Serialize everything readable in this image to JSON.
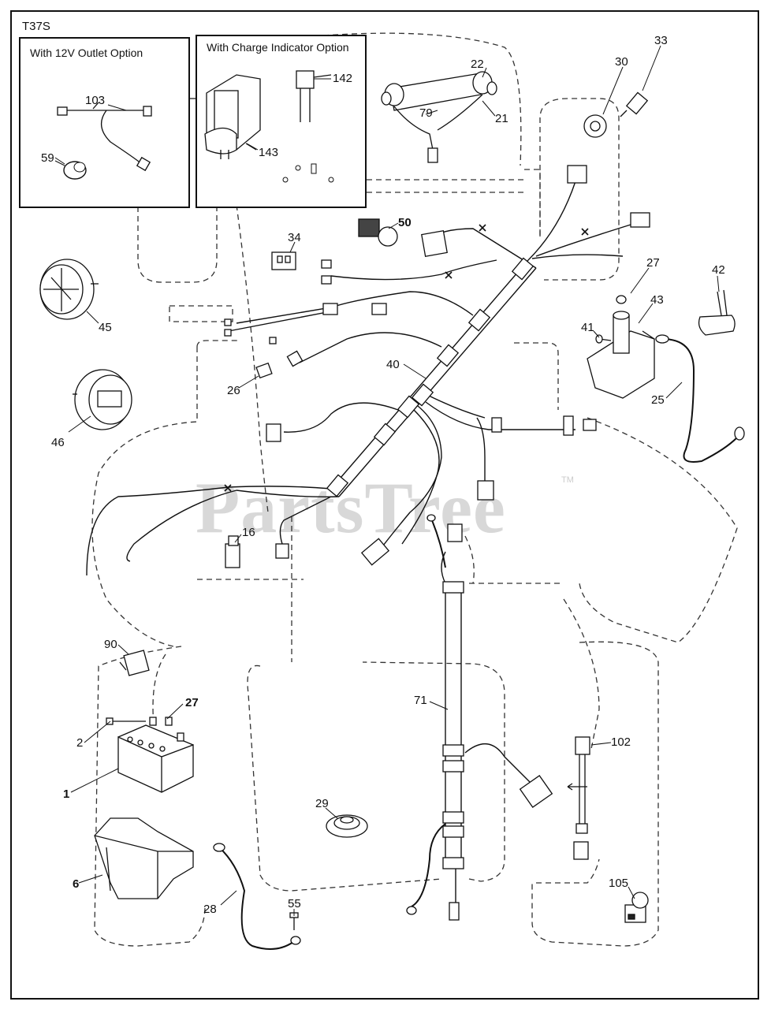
{
  "diagram_id": "T37S",
  "inset_12v": {
    "title": "With 12V Outlet Option"
  },
  "inset_charge": {
    "title": "With Charge Indicator Option"
  },
  "watermark": {
    "text": "PartsTree",
    "tm": "TM"
  },
  "labels": {
    "l103": "103",
    "l59": "59",
    "l142": "142",
    "l143": "143",
    "l22": "22",
    "l79": "79",
    "l21": "21",
    "l30": "30",
    "l33": "33",
    "l34": "34",
    "l50": "50",
    "l27a": "27",
    "l42": "42",
    "l43": "43",
    "l41": "41",
    "l45": "45",
    "l46": "46",
    "l26": "26",
    "l40": "40",
    "l25": "25",
    "l16": "16",
    "l90": "90",
    "l27b": "27",
    "l2": "2",
    "l1": "1",
    "l71": "71",
    "l102": "102",
    "l29": "29",
    "l6": "6",
    "l28": "28",
    "l55": "55",
    "l105": "105"
  },
  "colors": {
    "line": "#111111",
    "dashed": "#333333",
    "watermark": "#d8d8d8"
  }
}
